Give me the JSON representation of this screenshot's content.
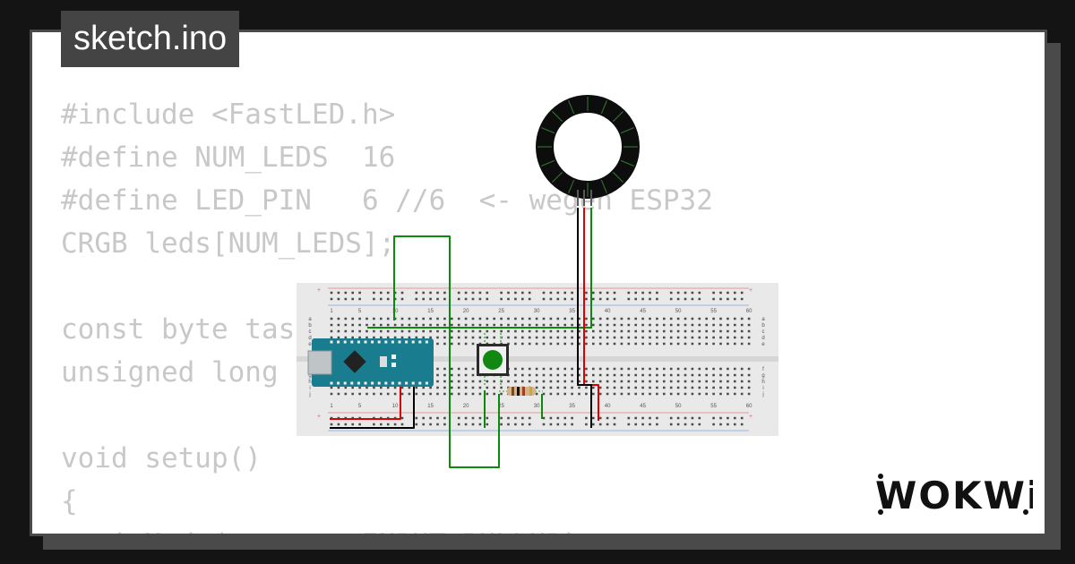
{
  "tab": {
    "filename": "sketch.ino"
  },
  "code_lines": [
    "#include <FastLED.h>",
    "#define NUM_LEDS  16",
    "#define LED_PIN   6 //6  <- wegen ESP32",
    "CRGB leds[NUM_LEDS];",
    "",
    "const byte taster",
    "unsigned long",
    "",
    "void setup()",
    "{",
    "  pinMode(taster, INPUT_PULLUP);"
  ],
  "breadboard": {
    "column_labels": [
      "1",
      "5",
      "10",
      "15",
      "20",
      "25",
      "30",
      "35",
      "40",
      "45",
      "50",
      "55",
      "60"
    ],
    "row_labels_top": [
      "a",
      "b",
      "c",
      "d",
      "e"
    ],
    "row_labels_bottom": [
      "f",
      "g",
      "h",
      "i",
      "j"
    ],
    "rail_plus": "+",
    "rail_minus": "−"
  },
  "logo": {
    "text": "WOKWi"
  },
  "colors": {
    "background": "#141414",
    "card": "#ffffff",
    "card_border": "#4a4a4a",
    "code_text": "#c8c8c8",
    "wire_green": "#0c8a0c",
    "wire_red": "#dd0000",
    "wire_black": "#000000",
    "arduino_board": "#1a7d8f",
    "button_cap": "#118811"
  }
}
